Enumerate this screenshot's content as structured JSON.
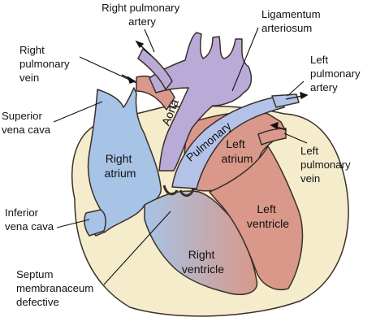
{
  "colors": {
    "right_side_blue": "#a7c3e6",
    "left_side_red": "#d9988a",
    "aorta_purple": "#b9aad8",
    "pulmonary_blue": "#b3c2e8",
    "myocardium": "#f5eccc",
    "outline": "#3a3028"
  },
  "labels": {
    "right_pulmonary_artery": [
      "Right pulmonary",
      "artery"
    ],
    "ligamentum_arteriosum": [
      "Ligamentum",
      "arteriosum"
    ],
    "right_pulmonary_vein": [
      "Right",
      "pulmonary",
      "vein"
    ],
    "left_pulmonary_artery": [
      "Left",
      "pulmonary",
      "artery"
    ],
    "superior_vena_cava": [
      "Superior",
      "vena cava"
    ],
    "left_pulmonary_vein": [
      "Left",
      "pulmonary",
      "vein"
    ],
    "inferior_vena_cava": [
      "Inferior",
      "vena cava"
    ],
    "septum_membranaceum_defective": [
      "Septum",
      "membranaceum",
      "defective"
    ],
    "aorta": "Aorta",
    "pulmonary": "Pulmonary",
    "right_atrium": [
      "Right",
      "atrium"
    ],
    "left_atrium": [
      "Left",
      "atrium"
    ],
    "left_ventricle": [
      "Left",
      "ventricle"
    ],
    "right_ventricle": [
      "Right",
      "ventricle"
    ]
  }
}
